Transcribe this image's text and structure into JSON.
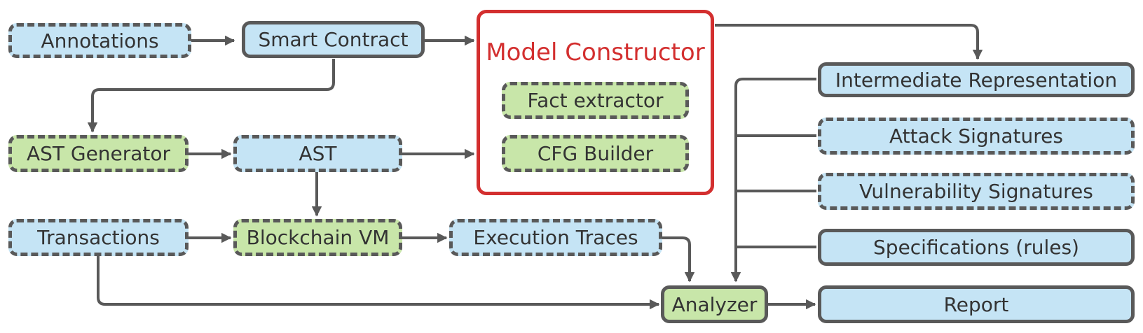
{
  "colors": {
    "input_fill": "#c5e4f5",
    "process_fill": "#c8e6a9",
    "border": "#595959",
    "group_border": "#d32f2f",
    "group_title": "#d32f2f",
    "text": "#333333"
  },
  "nodes": {
    "annotations": "Annotations",
    "smart_contract": "Smart Contract",
    "ast_generator": "AST Generator",
    "ast": "AST",
    "transactions": "Transactions",
    "blockchain_vm": "Blockchain VM",
    "execution_traces": "Execution Traces",
    "analyzer": "Analyzer",
    "intermediate_representation": "Intermediate Representation",
    "attack_signatures": "Attack Signatures",
    "vulnerability_signatures": "Vulnerability Signatures",
    "specifications": "Specifications (rules)",
    "report": "Report"
  },
  "model_constructor": {
    "title": "Model Constructor",
    "fact_extractor": "Fact extractor",
    "cfg_builder": "CFG Builder"
  }
}
